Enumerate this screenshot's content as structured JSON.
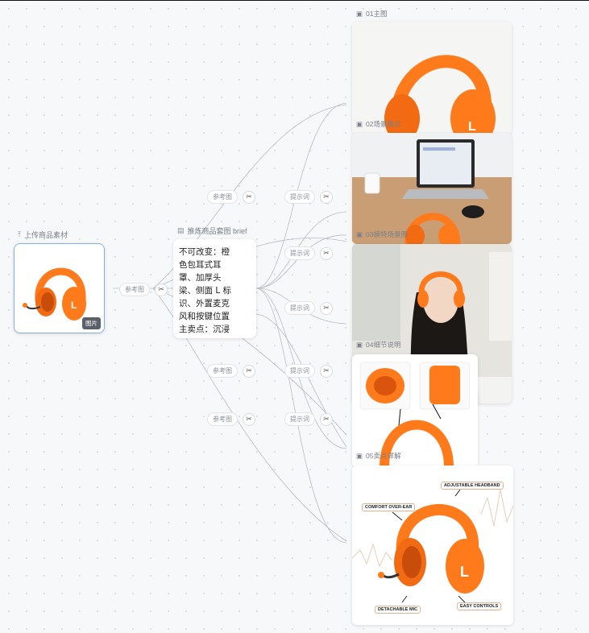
{
  "upload": {
    "label": "上传商品素材",
    "icon": "upload-icon",
    "badge": "图片"
  },
  "brief": {
    "label": "推炼商品套图 brief",
    "icon": "document-icon",
    "lines": [
      "不可改变：橙",
      "色包耳式耳",
      "罩、加厚头",
      "梁、侧面 L 标",
      "识、外置麦克",
      "风和按键位置",
      "主卖点：沉浸"
    ]
  },
  "ref_pills": [
    "参考图",
    "参考图",
    "参考图",
    "参考图"
  ],
  "prompt_pills": [
    "提示词",
    "提示词",
    "提示词",
    "提示词",
    "提示词"
  ],
  "cards": [
    {
      "label": "01主图",
      "icon": "image-icon"
    },
    {
      "label": "02场景展示",
      "icon": "image-icon"
    },
    {
      "label": "03模特场景图",
      "icon": "image-icon"
    },
    {
      "label": "04细节说明",
      "icon": "image-icon"
    },
    {
      "label": "05卖点详解",
      "icon": "image-icon"
    }
  ],
  "callouts": {
    "headband": "ADJUSTABLE HEADBAND",
    "ear": "COMFORT OVER-EAR",
    "mic": "DETACHABLE MIC",
    "controls": "EASY CONTROLS"
  },
  "colors": {
    "accent": "#ff7a1a",
    "selection": "#7fb0f0"
  }
}
